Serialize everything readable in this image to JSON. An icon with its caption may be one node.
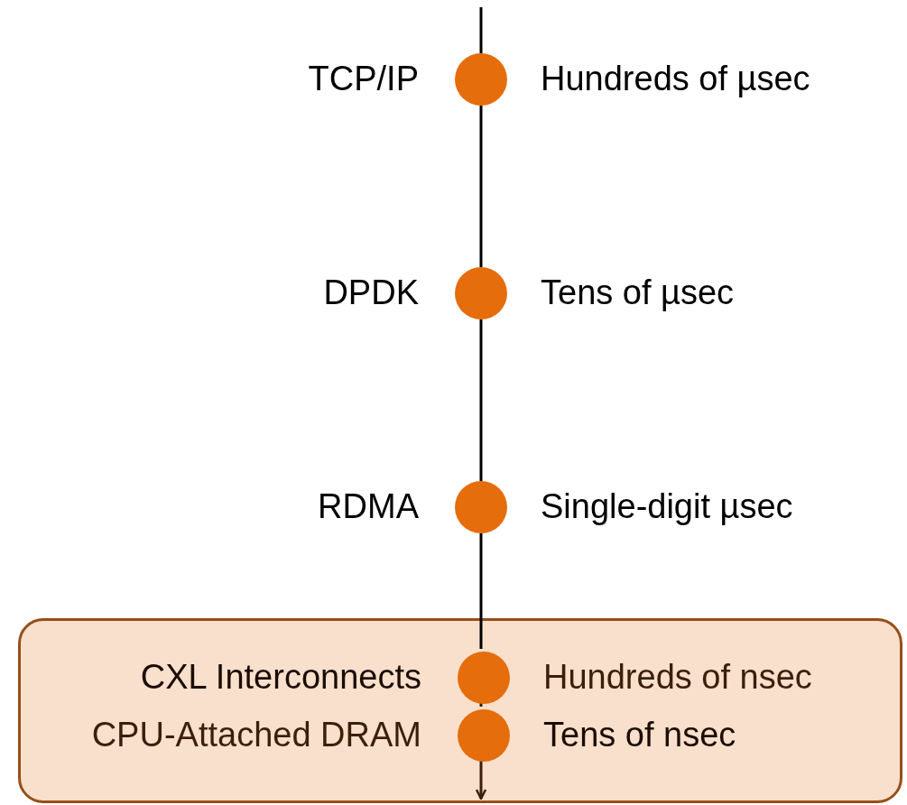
{
  "diagram": {
    "nodes": [
      {
        "text": [],
        "shape": "circle",
        "beside": [
          "TCP/IP",
          "Hundreds of µsec"
        ]
      },
      {
        "text": [],
        "shape": "circle",
        "beside": [
          "DPDK",
          "Tens of µsec"
        ]
      },
      {
        "text": [],
        "shape": "circle",
        "beside": [
          "RDMA",
          "Single-digit µsec"
        ]
      },
      {
        "text": [],
        "shape": "box"
      },
      {
        "text": [],
        "shape": "circle",
        "in": 3,
        "beside": [
          "CXL Interconnects",
          "Hundreds of nsec"
        ]
      },
      {
        "text": [],
        "shape": "circle",
        "in": 3,
        "beside": [
          "CPU-Attached DRAM",
          "Tens of nsec"
        ]
      }
    ],
    "edges": [
      {
        "from": null,
        "to": 0,
        "arrow": "none"
      },
      {
        "from": 0,
        "to": 1,
        "arrow": "none"
      },
      {
        "from": 1,
        "to": 2,
        "arrow": "none"
      },
      {
        "from": 2,
        "to": 4,
        "arrow": "none"
      },
      {
        "from": 4,
        "to": 5,
        "arrow": "none",
        "color": "#3b1f0a"
      },
      {
        "from": 5,
        "to": null,
        "arrow": "to",
        "color": "#3b1f0a"
      }
    ]
  }
}
